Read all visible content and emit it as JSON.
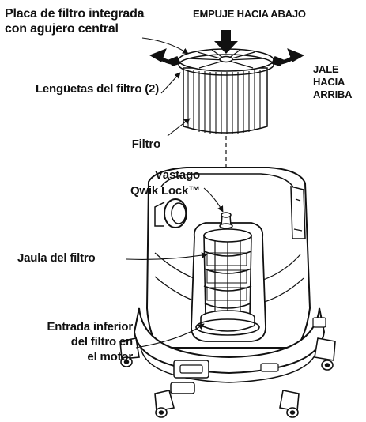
{
  "labels": {
    "placa_line1": "Placa de filtro integrada",
    "placa_line2": "con agujero central",
    "empuje": "EMPUJE HACIA ABAJO",
    "jale_line1": "JALE",
    "jale_line2": "HACIA",
    "jale_line3": "ARRIBA",
    "lenguetas": "Lengüetas del filtro (2)",
    "filtro": "Filtro",
    "vastago_line1": "Vástago",
    "vastago_line2": "Qwik Lock™",
    "jaula": "Jaula del filtro",
    "entrada_line1": "Entrada inferior",
    "entrada_line2": "del filtro en",
    "entrada_line3": "el motor"
  },
  "colors": {
    "ink": "#111111",
    "paper": "#ffffff",
    "shade": "#d9d9d9"
  }
}
